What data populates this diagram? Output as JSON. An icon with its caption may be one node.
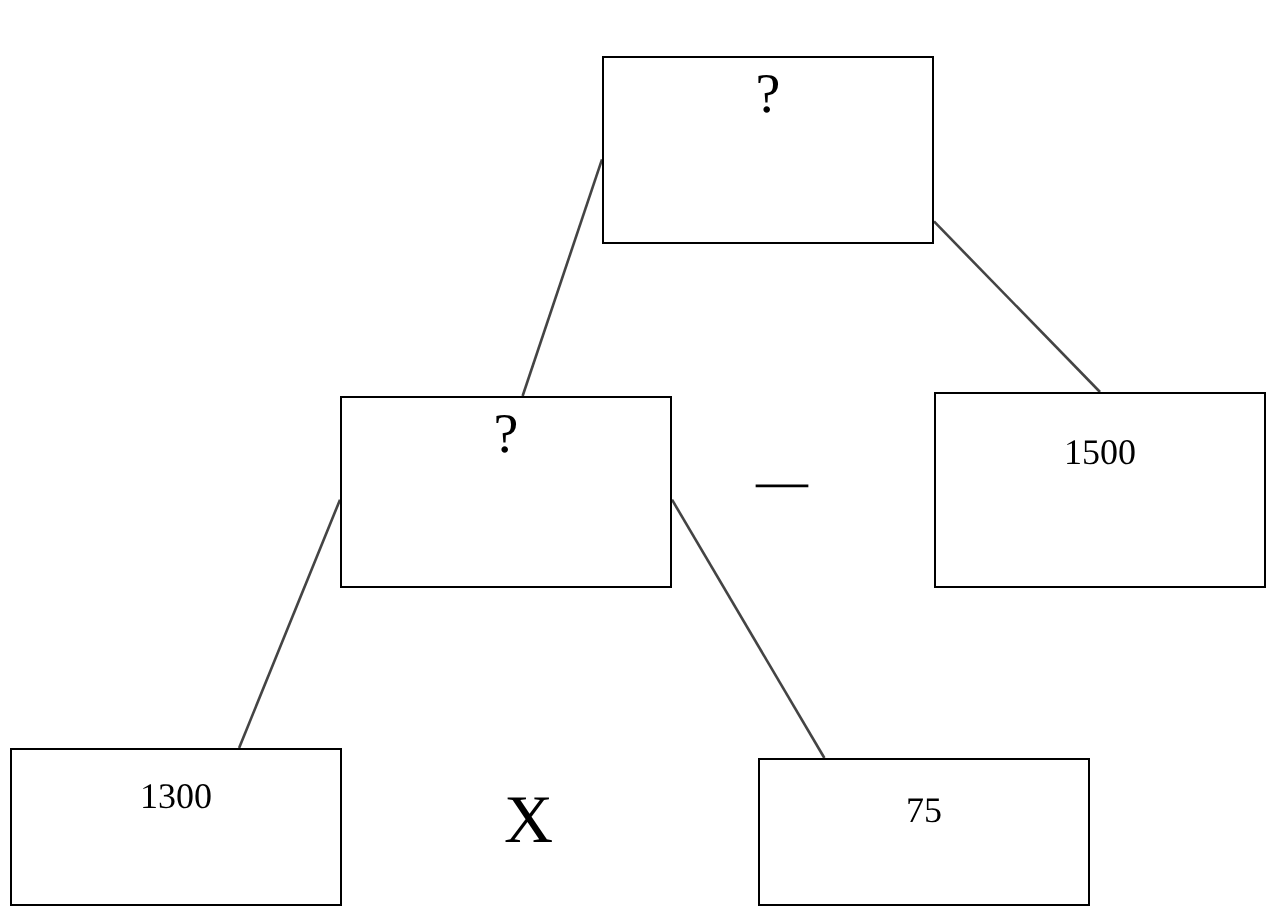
{
  "diagram": {
    "nodes": [
      {
        "text": [
          "?"
        ]
      },
      {
        "text": [
          "?"
        ]
      },
      {
        "text": [
          "1500"
        ]
      },
      {
        "text": [
          "1300"
        ]
      },
      {
        "text": [
          "75"
        ]
      }
    ],
    "edges": [
      {
        "from": 0,
        "to": 1,
        "arrow": "none"
      },
      {
        "from": 0,
        "to": 2,
        "arrow": "none"
      },
      {
        "from": 1,
        "to": 3,
        "arrow": "none"
      },
      {
        "from": 1,
        "to": 4,
        "arrow": "none"
      }
    ],
    "labels": [
      "—",
      "X"
    ]
  }
}
